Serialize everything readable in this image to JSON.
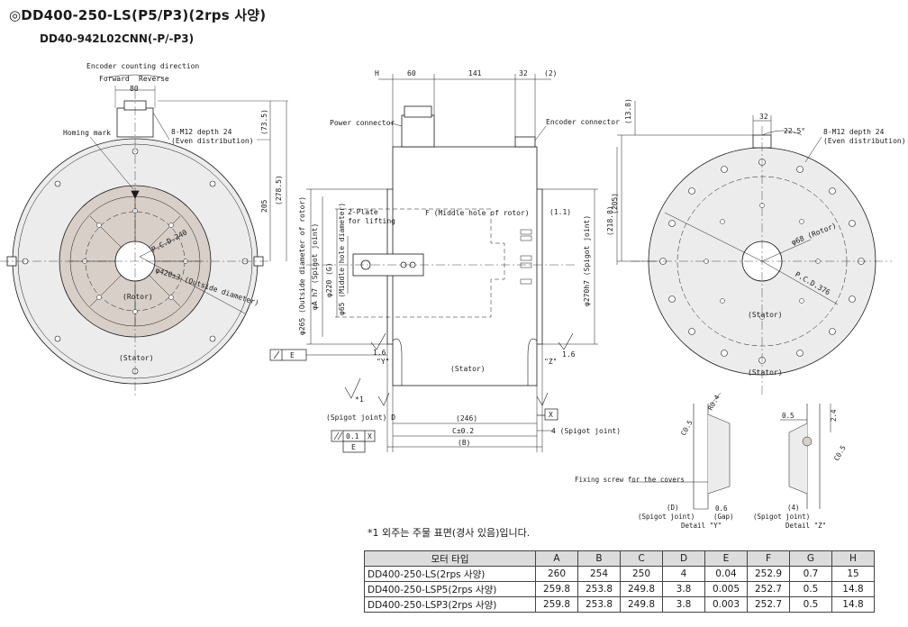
{
  "header": {
    "title": "◎DD400-250-LS(P5/P3)(2rps 사양)",
    "subtitle": "DD40-942L02CNN(-P/-P3)"
  },
  "front_view": {
    "encoder_direction": "Encoder counting direction",
    "forward": "Forward",
    "reverse": "Reverse",
    "dim_80": "80",
    "homing_mark": "Homing mark",
    "bolt_note": "8-M12 depth 24",
    "even_distribution": "(Even distribution)",
    "dim_73_5": "(73.5)",
    "dim_278_5": "(278.5)",
    "dim_205": "205",
    "pcd_240": "P.C.D.240",
    "dia_420": "φ420±3 (Outside diameter)",
    "rotor": "(Rotor)",
    "stator": "(Stator)"
  },
  "side_view": {
    "H": "H",
    "dim_60": "60",
    "dim_141": "141",
    "dim_32": "32",
    "dim_2": "(2)",
    "power_connector": "Power connector",
    "encoder_connector": "Encoder connector",
    "plate": "2-Plate",
    "for_lifting": "for lifting",
    "rotor_hole": "F (Middle hole of rotor)",
    "dim_1_1": "(1.1)",
    "dia_rotor_outer": "φ265 (Outside diameter of rotor)",
    "dia_A": "φA h7 (Spigot joint)",
    "dia_G": "φ220 (G)",
    "dia_65": "φ65 (Middle hole diameter)",
    "dia_270": "φ270h7 (Spigot joint)",
    "dim_218_8": "(218.8)",
    "stator": "(Stator)",
    "y_label": "\"Y\"",
    "z_label": "\"Z\"",
    "ra_1_6": "1.6",
    "star_1": "*1",
    "tol_box_E": "E",
    "spigot_D": "(Spigot joint) D",
    "dim_246": "(246)",
    "dim_C": "C±0.2",
    "dim_B": "(B)",
    "spigot_4": "4 (Spigot joint)",
    "gdt_value": "0.1",
    "gdt_ref_X": "X",
    "gdt_ref_E": "E",
    "datum_X": "X"
  },
  "right_view": {
    "dim_32": "32",
    "angle": "22.5°",
    "bolt_note": "8-M12 depth 24",
    "even_distribution": "(Even distribution)",
    "dim_13_8": "(13.8)",
    "dim_205": "(205)",
    "dia_68": "φ68 (Rotor)",
    "pcd_376": "P.C.D.376",
    "stator": "(Stator)"
  },
  "details": {
    "c0_5": "C0.5",
    "r0_4": "R0.4",
    "dim_0_5": "0.5",
    "dim_2_4": "2.4",
    "fixing_screw": "Fixing screw for the covers",
    "dim_D": "(D)",
    "spigot": "(Spigot joint)",
    "gap_value": "0.6",
    "gap": "(Gap)",
    "dim_4": "(4)",
    "detail_y": "Detail \"Y\"",
    "detail_z": "Detail \"Z\""
  },
  "note": "*1  외주는 주물 표면(경사 있음)입니다.",
  "spec_table": {
    "headers": [
      "모터 타입",
      "A",
      "B",
      "C",
      "D",
      "E",
      "F",
      "G",
      "H"
    ],
    "rows": [
      [
        "DD400-250-LS(2rps 사양)",
        "260",
        "254",
        "250",
        "4",
        "0.04",
        "252.9",
        "0.7",
        "15"
      ],
      [
        "DD400-250-LSP5(2rps 사양)",
        "259.8",
        "253.8",
        "249.8",
        "3.8",
        "0.005",
        "252.7",
        "0.5",
        "14.8"
      ],
      [
        "DD400-250-LSP3(2rps 사양)",
        "259.8",
        "253.8",
        "249.8",
        "3.8",
        "0.003",
        "252.7",
        "0.5",
        "14.8"
      ]
    ]
  },
  "colors": {
    "rotor_fill": "#d8cfc8",
    "stator_fill": "#ececec",
    "line": "#1a1a1a"
  }
}
